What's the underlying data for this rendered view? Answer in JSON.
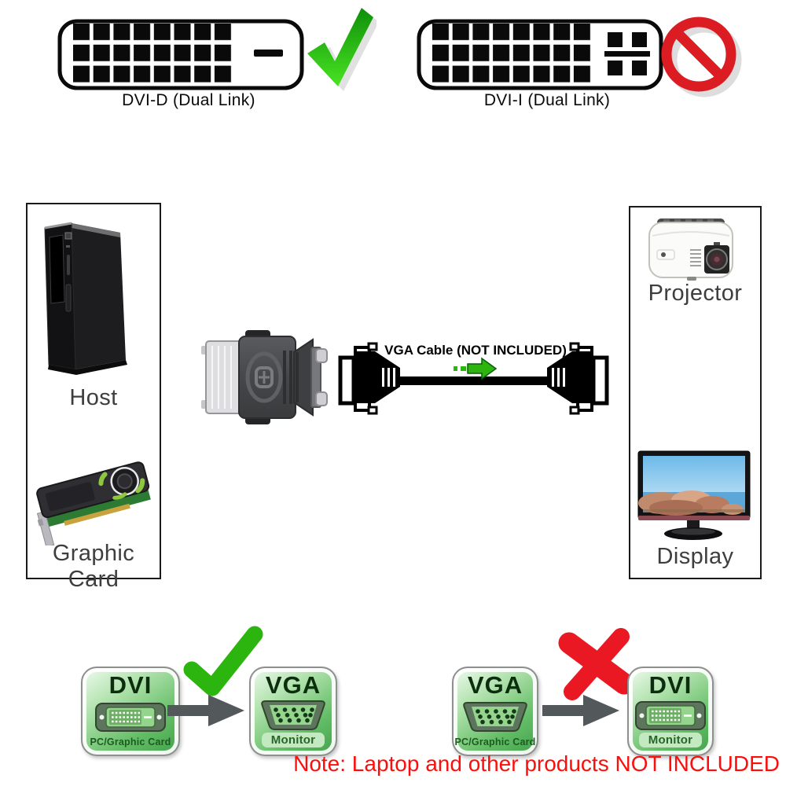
{
  "page": {
    "background": "#ffffff"
  },
  "top_row": {
    "dvi_d": {
      "label": "DVI-D (Dual Link)",
      "status": "compatible",
      "status_icon": "checkmark-icon"
    },
    "dvi_i": {
      "label": "DVI-I (Dual Link)",
      "status": "not compatible",
      "status_icon": "no-symbol-icon"
    }
  },
  "source_box": {
    "items": [
      {
        "label": "Host"
      },
      {
        "label": "Graphic Card"
      }
    ]
  },
  "target_box": {
    "items": [
      {
        "label": "Projector"
      },
      {
        "label": "Display"
      }
    ]
  },
  "middle": {
    "cable_label": "VGA Cable (NOT INCLUDED)",
    "adapter": "dvi-vga-adapter",
    "direction_icon": "arrow-right-icon"
  },
  "bottom": {
    "correct": {
      "result_icon": "checkmark-icon",
      "from": {
        "title": "DVI",
        "subtitle": "PC/Graphic Card",
        "icon": "dvi-connector-icon"
      },
      "to": {
        "title": "VGA",
        "subtitle": "Monitor",
        "icon": "vga-connector-icon"
      }
    },
    "wrong": {
      "result_icon": "x-icon",
      "from": {
        "title": "VGA",
        "subtitle": "PC/Graphic Card",
        "icon": "vga-connector-icon"
      },
      "to": {
        "title": "DVI",
        "subtitle": "Monitor",
        "icon": "dvi-connector-icon"
      }
    }
  },
  "note": {
    "text": "Note: Laptop and other products NOT INCLUDED",
    "color": "#fb0f0c"
  },
  "colors": {
    "check_green": "#2cb50f",
    "prohibition_red": "#dc1c23",
    "cross_red": "#ea1822",
    "arrow_gray": "#53585b",
    "badge_green": "#41a24b",
    "cable_arrow_green": "#2db40e"
  }
}
